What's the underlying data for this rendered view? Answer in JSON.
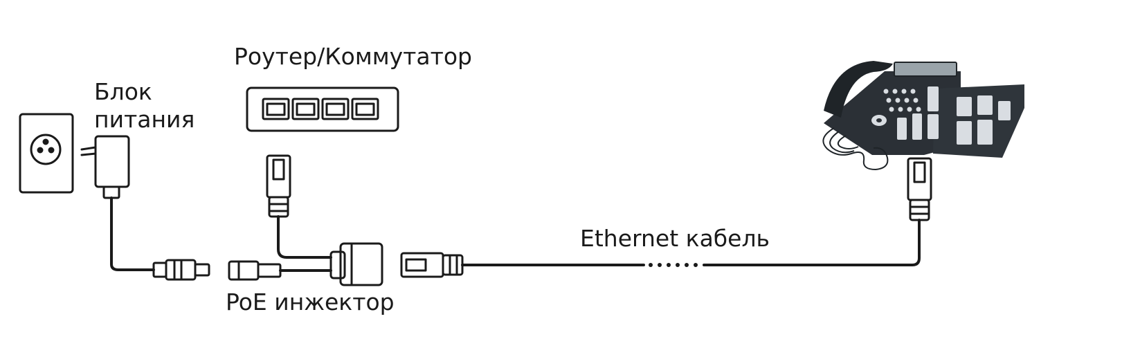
{
  "labels": {
    "power_supply_line1": "Блок",
    "power_supply_line2": "питания",
    "router": "Роутер/Коммутатор",
    "poe_injector": "PoE инжектор",
    "ethernet_cable": "Ethernet кабель"
  },
  "colors": {
    "line": "#1a1a1a",
    "phone_body": "#2b3036",
    "phone_key": "#d9dde2",
    "display": "#9aa4aa"
  },
  "icons": [
    "wall-outlet-icon",
    "power-adapter-icon",
    "router-switch-icon",
    "rj45-connector-icon",
    "poe-injector-icon",
    "ip-phone-icon"
  ]
}
